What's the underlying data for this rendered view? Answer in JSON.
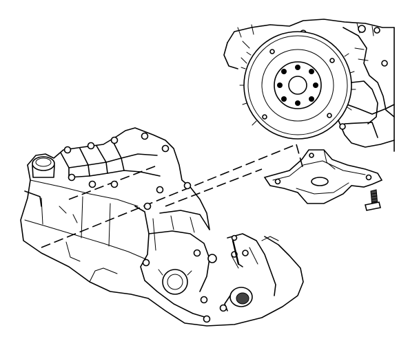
{
  "diagram": {
    "type": "line-drawing",
    "subject": "automatic-transaxle-to-engine-assembly",
    "colors": {
      "line": "#000000",
      "background": "#ffffff"
    },
    "parts": [
      {
        "id": "flywheel",
        "icon": "flywheel-icon"
      },
      {
        "id": "engine-block",
        "icon": "engine-block-icon"
      },
      {
        "id": "mount-bracket",
        "icon": "bracket-icon"
      },
      {
        "id": "bolt",
        "icon": "bolt-icon"
      },
      {
        "id": "transaxle-case",
        "icon": "transaxle-icon"
      },
      {
        "id": "torque-converter-housing",
        "icon": "housing-icon"
      },
      {
        "id": "dipstick-tube",
        "icon": "tube-icon"
      },
      {
        "id": "alignment-guide",
        "icon": "dashed-guide-icon"
      }
    ]
  }
}
